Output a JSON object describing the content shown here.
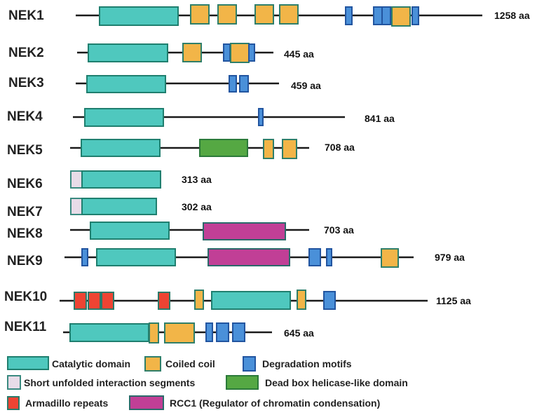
{
  "colors": {
    "catalytic": "#4fc8be",
    "coiled": "#f2b548",
    "degradation": "#4a90d9",
    "suis": "#e8dce8",
    "helicase": "#55a843",
    "armadillo": "#ee4433",
    "rcc1": "#c13f96"
  },
  "strokes": {
    "catalytic": "#1f7f6f",
    "coiled": "#2f7f6a",
    "degradation": "#2255a0",
    "suis": "#3a8a80",
    "helicase": "#2b7a3a",
    "armadillo": "#2b7a6a",
    "rcc1": "#2b6a6a"
  },
  "proteins": [
    {
      "name": "NEK1",
      "length": "1258 aa"
    },
    {
      "name": "NEK2",
      "length": "445 aa"
    },
    {
      "name": "NEK3",
      "length": "459 aa"
    },
    {
      "name": "NEK4",
      "length": "841 aa"
    },
    {
      "name": "NEK5",
      "length": "708 aa"
    },
    {
      "name": "NEK6",
      "length": "313 aa"
    },
    {
      "name": "NEK7",
      "length": "302 aa"
    },
    {
      "name": "NEK8",
      "length": "703 aa"
    },
    {
      "name": "NEK9",
      "length": "979 aa"
    },
    {
      "name": "NEK10",
      "length": "1125 aa"
    },
    {
      "name": "NEK11",
      "length": "645 aa"
    }
  ],
  "legend": {
    "catalytic": "Catalytic domain",
    "coiled": "Coiled coil",
    "degradation": "Degradation motifs",
    "suis": "Short unfolded interaction segments",
    "helicase": "Dead box helicase-like domain",
    "armadillo": "Armadillo repeats",
    "rcc1": "RCC1 (Regulator of chromatin condensation)"
  }
}
